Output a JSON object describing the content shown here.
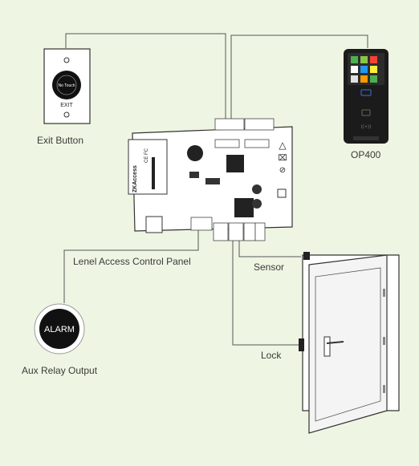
{
  "labels": {
    "exit_button": "Exit Button",
    "op400": "OP400",
    "panel": "Lenel Access Control Panel",
    "sensor": "Sensor",
    "lock": "Lock",
    "aux": "Aux Relay Output"
  },
  "exit_device": {
    "button_text": "No Touch",
    "caption": "EXIT"
  },
  "alarm": {
    "text": "ALARM"
  },
  "board": {
    "logo": "ZKAccess",
    "marks": "CE FC"
  },
  "colors": {
    "background": "#eef6e3",
    "line": "#555555",
    "device": "#1a1a1a"
  },
  "icons": [
    "warning-triangle-icon",
    "weee-bin-icon",
    "no-sign-icon",
    "fingerprint-icon",
    "rfid-icon"
  ]
}
